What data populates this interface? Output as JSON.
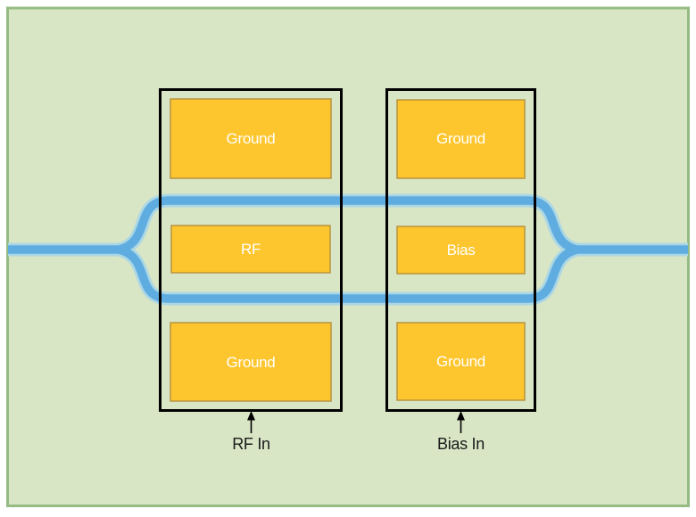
{
  "colors": {
    "page_background": "#ffffff",
    "substrate_fill": "#d8e6c6",
    "substrate_border": "#95bc82",
    "waveguide_core": "#5fade0",
    "waveguide_halo": "#abd7e5",
    "electrode_fill": "#fdc62e",
    "electrode_border": "#b8933f",
    "box_border": "#000000",
    "pad_label_color": "#ffffff",
    "input_label_color": "#1a1a1a"
  },
  "electrode_groups": {
    "left": {
      "pads": [
        {
          "label": "Ground"
        },
        {
          "label": "RF"
        },
        {
          "label": "Ground"
        }
      ],
      "input_label": "RF In"
    },
    "right": {
      "pads": [
        {
          "label": "Ground"
        },
        {
          "label": "Bias"
        },
        {
          "label": "Ground"
        }
      ],
      "input_label": "Bias In"
    }
  }
}
